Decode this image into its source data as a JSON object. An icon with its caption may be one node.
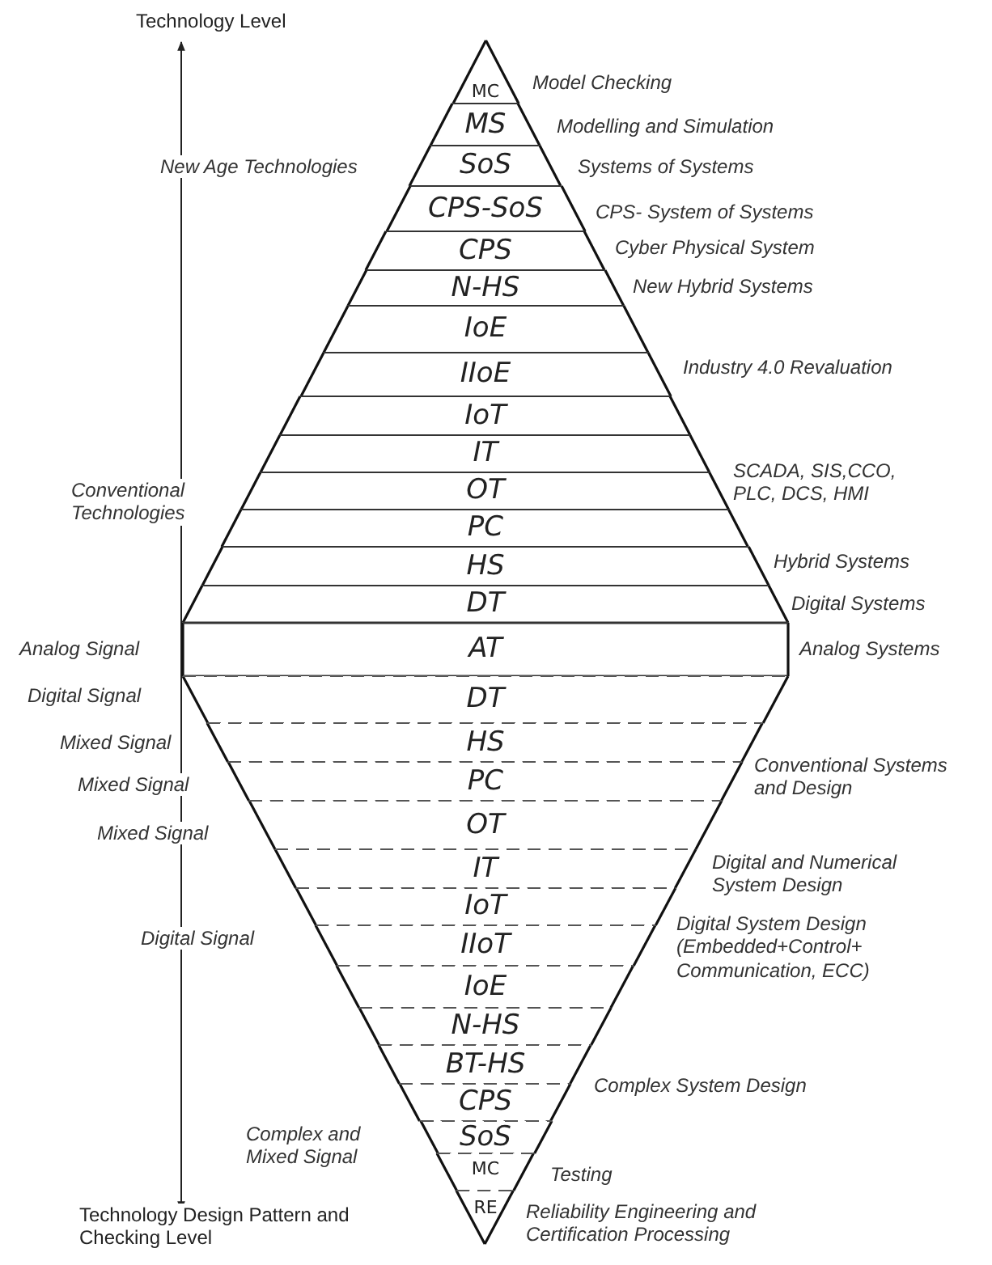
{
  "diagram": {
    "nodes": [
      {
        "text": [
          "MC"
        ]
      },
      {
        "text": [
          "MS"
        ]
      },
      {
        "text": [
          "SoS"
        ]
      },
      {
        "text": [
          "CPS-SoS"
        ]
      },
      {
        "text": [
          "CPS"
        ]
      },
      {
        "text": [
          "N-HS"
        ]
      },
      {
        "text": [
          "IoE"
        ]
      },
      {
        "text": [
          "IIoE"
        ]
      },
      {
        "text": [
          "IoT"
        ]
      },
      {
        "text": [
          "IT"
        ]
      },
      {
        "text": [
          "OT"
        ]
      },
      {
        "text": [
          "PC"
        ]
      },
      {
        "text": [
          "HS"
        ]
      },
      {
        "text": [
          "DT"
        ]
      },
      {
        "text": [
          "AT"
        ]
      },
      {
        "text": [
          "DT"
        ]
      },
      {
        "text": [
          "HS"
        ]
      },
      {
        "text": [
          "PC"
        ]
      },
      {
        "text": [
          "OT"
        ]
      },
      {
        "text": [
          "IT"
        ]
      },
      {
        "text": [
          "IoT"
        ]
      },
      {
        "text": [
          "IIoT"
        ]
      },
      {
        "text": [
          "IoE"
        ]
      },
      {
        "text": [
          "N-HS"
        ]
      },
      {
        "text": [
          "BT-HS"
        ]
      },
      {
        "text": [
          "CPS"
        ]
      },
      {
        "text": [
          "SoS"
        ]
      },
      {
        "text": [
          "MC"
        ]
      },
      {
        "text": [
          "RE"
        ]
      }
    ],
    "labels": [
      "Technology Level",
      "Model Checking",
      "Modelling and Simulation",
      "New Age Technologies",
      "Systems of Systems",
      "CPS- System of Systems",
      "Cyber Physical System",
      "New Hybrid Systems",
      "Industry 4.0 Revaluation",
      "Conventional Technologies",
      "SCADA, SIS,CCO, PLC, DCS, HMI",
      "Hybrid Systems",
      "Digital Systems",
      "Analog Signal",
      "Analog Systems",
      "Digital Signal",
      "Mixed Signal",
      "Conventional Systems and Design",
      "Mixed Signal",
      "Mixed Signal",
      "Digital and Numerical System Design",
      "Digital Signal",
      "Digital System Design (Embedded+Control+ Communication, ECC)",
      "Complex System Design",
      "Complex and Mixed Signal",
      "Testing",
      "Technology Design Pattern and Checking Level",
      "Reliability Engineering and Certification Processing"
    ]
  }
}
